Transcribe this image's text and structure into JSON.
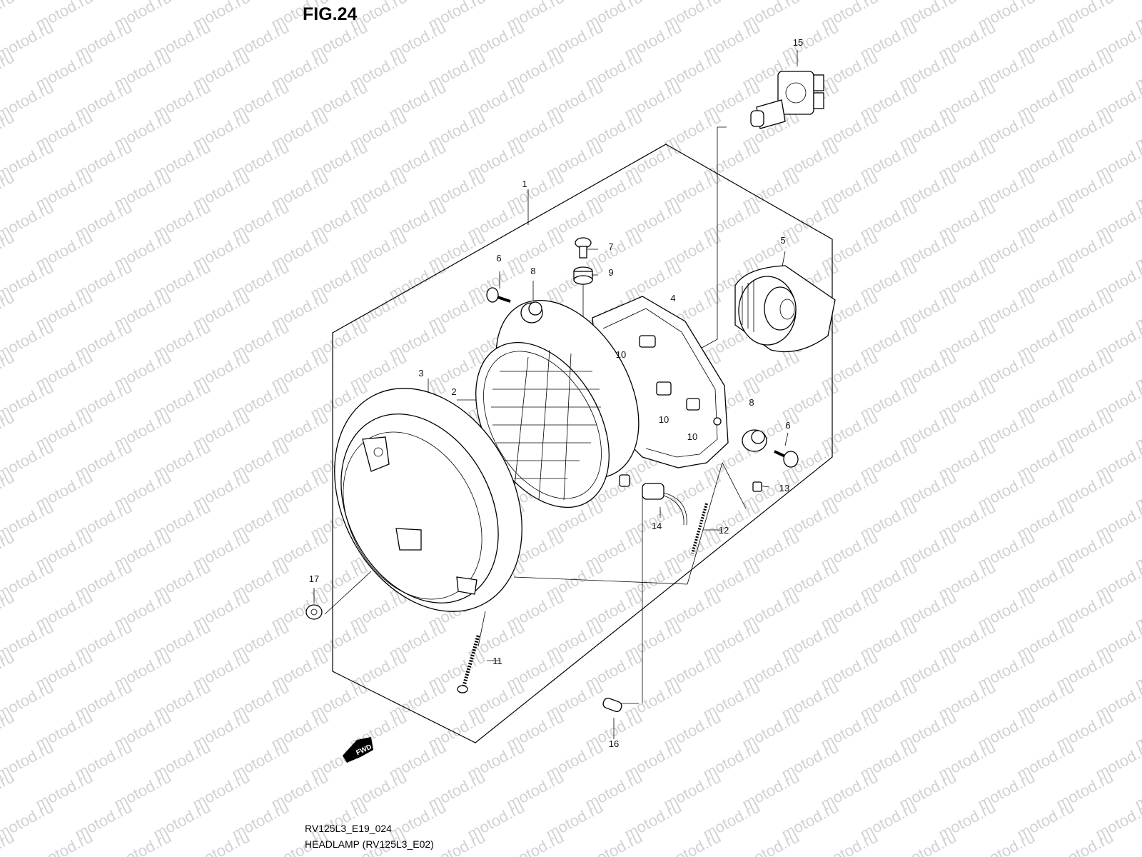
{
  "figure": {
    "title": "FIG.24",
    "drawing_code": "RV125L3_E19_024",
    "caption": "HEADLAMP (RV125L3_E02)"
  },
  "watermark": {
    "text": "motod.ru",
    "color": "#d2d2d2"
  },
  "direction_marker": {
    "text": "FWD"
  },
  "callouts": [
    {
      "id": "1",
      "part": "headlamp-assembly"
    },
    {
      "id": "2",
      "part": "lamp-unit"
    },
    {
      "id": "3",
      "part": "rim"
    },
    {
      "id": "4",
      "part": "housing-bracket"
    },
    {
      "id": "5",
      "part": "lamp-socket-cover"
    },
    {
      "id": "6",
      "part": "screw"
    },
    {
      "id": "6",
      "part": "screw"
    },
    {
      "id": "7",
      "part": "screw"
    },
    {
      "id": "8",
      "part": "cushion"
    },
    {
      "id": "8",
      "part": "cushion"
    },
    {
      "id": "9",
      "part": "grommet"
    },
    {
      "id": "10",
      "part": "nut"
    },
    {
      "id": "10",
      "part": "nut"
    },
    {
      "id": "10",
      "part": "nut"
    },
    {
      "id": "11",
      "part": "adjusting-screw"
    },
    {
      "id": "12",
      "part": "spring"
    },
    {
      "id": "13",
      "part": "nut"
    },
    {
      "id": "14",
      "part": "socket"
    },
    {
      "id": "15",
      "part": "bulb"
    },
    {
      "id": "16",
      "part": "position-bulb"
    },
    {
      "id": "17",
      "part": "screw"
    }
  ]
}
